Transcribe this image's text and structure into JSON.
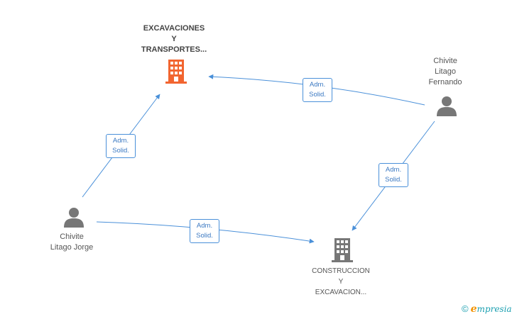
{
  "nodes": {
    "excavaciones": {
      "label_lines": [
        "EXCAVACIONES",
        "Y",
        "TRANSPORTES..."
      ],
      "type": "company",
      "color": "#f26530",
      "icon": "building-icon"
    },
    "construccion": {
      "label_lines": [
        "CONSTRUCCION",
        "Y",
        "EXCAVACION..."
      ],
      "type": "company",
      "color": "#777777",
      "icon": "building-icon"
    },
    "fernando": {
      "label_lines": [
        "Chivite",
        "Litago",
        "Fernando"
      ],
      "type": "person",
      "color": "#777777",
      "icon": "person-icon"
    },
    "jorge": {
      "label_lines": [
        "Chivite",
        "Litago Jorge"
      ],
      "type": "person",
      "color": "#777777",
      "icon": "person-icon"
    }
  },
  "edges": [
    {
      "from": "fernando",
      "to": "excavaciones",
      "label_lines": [
        "Adm.",
        "Solid."
      ]
    },
    {
      "from": "jorge",
      "to": "excavaciones",
      "label_lines": [
        "Adm.",
        "Solid."
      ]
    },
    {
      "from": "fernando",
      "to": "construccion",
      "label_lines": [
        "Adm.",
        "Solid."
      ]
    },
    {
      "from": "jorge",
      "to": "construccion",
      "label_lines": [
        "Adm.",
        "Solid."
      ]
    }
  ],
  "edge_color": "#4a90d9",
  "footer": {
    "copyright": "©",
    "brand_initial": "e",
    "brand_rest": "mpresia"
  }
}
